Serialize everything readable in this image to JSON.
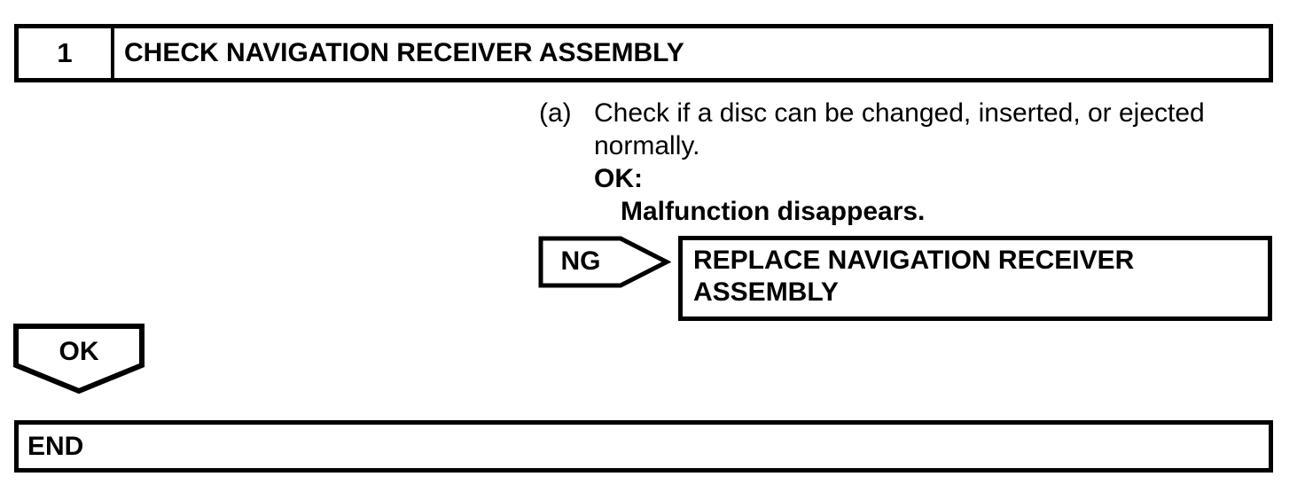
{
  "colors": {
    "ink": "#000000",
    "paper": "#ffffff"
  },
  "flowchart": {
    "step": {
      "number": "1",
      "title": "CHECK NAVIGATION RECEIVER ASSEMBLY"
    },
    "instruction": {
      "marker": "(a)",
      "body": "Check if a disc can be changed, inserted, or ejected normally.",
      "ok_heading": "OK:",
      "ok_condition": "Malfunction disappears."
    },
    "ng_branch": {
      "label": "NG",
      "action": "REPLACE NAVIGATION RECEIVER ASSEMBLY"
    },
    "ok_branch": {
      "label": "OK"
    },
    "terminal": {
      "label": "END"
    }
  }
}
